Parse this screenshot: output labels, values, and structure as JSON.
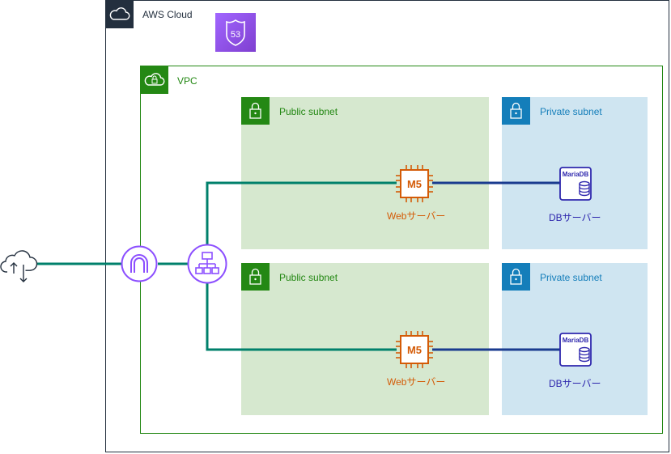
{
  "aws_cloud": {
    "label": "AWS Cloud",
    "cloud_icon": "aws-cloud-icon",
    "route53_icon": "route53-icon",
    "route53_text": "53"
  },
  "vpc": {
    "label": "VPC",
    "icon": "vpc-cloud-lock-icon"
  },
  "subnets": {
    "public_1": {
      "label": "Public subnet"
    },
    "public_2": {
      "label": "Public subnet"
    },
    "private_1": {
      "label": "Private subnet"
    },
    "private_2": {
      "label": "Private subnet"
    }
  },
  "servers": {
    "web_1": {
      "chip_text": "M5",
      "label": "Webサーバー"
    },
    "web_2": {
      "chip_text": "M5",
      "label": "Webサーバー"
    },
    "db_1": {
      "badge": "MariaDB",
      "label": "DBサーバー"
    },
    "db_2": {
      "badge": "MariaDB",
      "label": "DBサーバー"
    }
  },
  "colors": {
    "aws_border": "#232f3e",
    "vpc_green": "#248814",
    "public_bg": "#d6e8cf",
    "private_bg": "#cfe5f1",
    "private_blue": "#147eba",
    "ec2_orange": "#d45b07",
    "db_blue": "#2e27ad",
    "network_purple": "#8c4fff",
    "line_teal": "#00806b",
    "line_navy": "#1a3b8f"
  }
}
